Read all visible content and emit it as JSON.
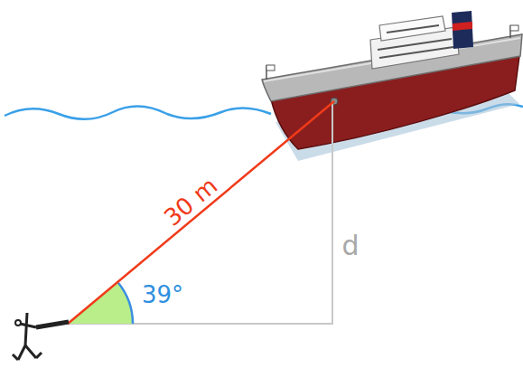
{
  "diagram": {
    "labels": [
      "30 m",
      "39°",
      "d"
    ]
  }
}
